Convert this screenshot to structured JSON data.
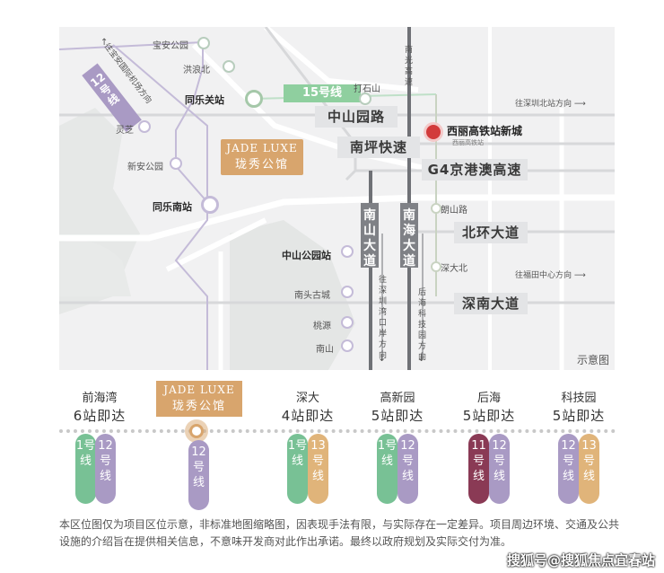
{
  "map": {
    "metro_line_12_label": "12号线",
    "metro_line_12_direction": "往宝安国际机场方向",
    "metro_line_15_label": "15号线",
    "roads": {
      "zhongshan_garden_rd": "中山园路",
      "nanping_expressway": "南坪快速",
      "g4_expressway": "G4京港澳高速",
      "beihuan_blvd": "北环大道",
      "shennan_blvd": "深南大道",
      "nanshan_blvd": "南山大道",
      "nanhai_blvd": "南海大道",
      "north_road_top": "南光高速"
    },
    "stations": {
      "baoan_park": "宝安公园",
      "honglang_north": "洪浪北",
      "tongleguan": "同乐关站",
      "lingzhi": "灵芝",
      "xinan_park": "新安公园",
      "tongle_south": "同乐南站",
      "zhongshan_park": "中山公园站",
      "nantou_old_town": "南头古城",
      "taoyuan": "桃源",
      "nanshan": "南山",
      "dashishan": "打石山",
      "langshan_rd": "朗山路",
      "shenda_north": "深大北",
      "xili_hsr": "西丽高铁站新城",
      "xili_hsr_sub": "西丽高铁站"
    },
    "directions": {
      "shenzhen_north": "往深圳北站方向",
      "futian_center": "往福田中心方向",
      "shenzhen_bay_port": "往深圳湾口岸方向",
      "houhai_tech": "后海科技园方向"
    },
    "project_logo": {
      "en": "JADE LUXE",
      "cn": "珑秀公馆"
    },
    "schematic_label": "示意图"
  },
  "legend": {
    "project": {
      "en": "JADE LUXE",
      "cn": "珑秀公馆",
      "lines": [
        "12号线"
      ]
    },
    "stops": [
      {
        "name": "前海湾",
        "count": "6站即达",
        "lines": [
          "1号线",
          "12号线"
        ]
      },
      {
        "name": "深大",
        "count": "4站即达",
        "lines": [
          "1号线",
          "13号线"
        ]
      },
      {
        "name": "高新园",
        "count": "5站即达",
        "lines": [
          "1号线",
          "12号线"
        ]
      },
      {
        "name": "后海",
        "count": "5站即达",
        "lines": [
          "11号线",
          "12号线"
        ]
      },
      {
        "name": "科技园",
        "count": "5站即达",
        "lines": [
          "12号线",
          "13号线"
        ]
      }
    ],
    "line_colors": {
      "1号线": "#78c195",
      "11号线": "#8a3a55",
      "12号线": "#a99ac4",
      "13号线": "#e0b47a",
      "15号线": "#8fcf9f"
    }
  },
  "notice": "本区位图仅为项目区位示意，非标准地图缩略图，因表现手法有限，与实际存在一定差异。项目周边环境、交通及公共设施的介绍旨在提供相关信息，不意味开发商对此作出承诺。最终以政府规划及实际交付为准。",
  "watermark": "搜狐号@搜狐焦点宜春站"
}
